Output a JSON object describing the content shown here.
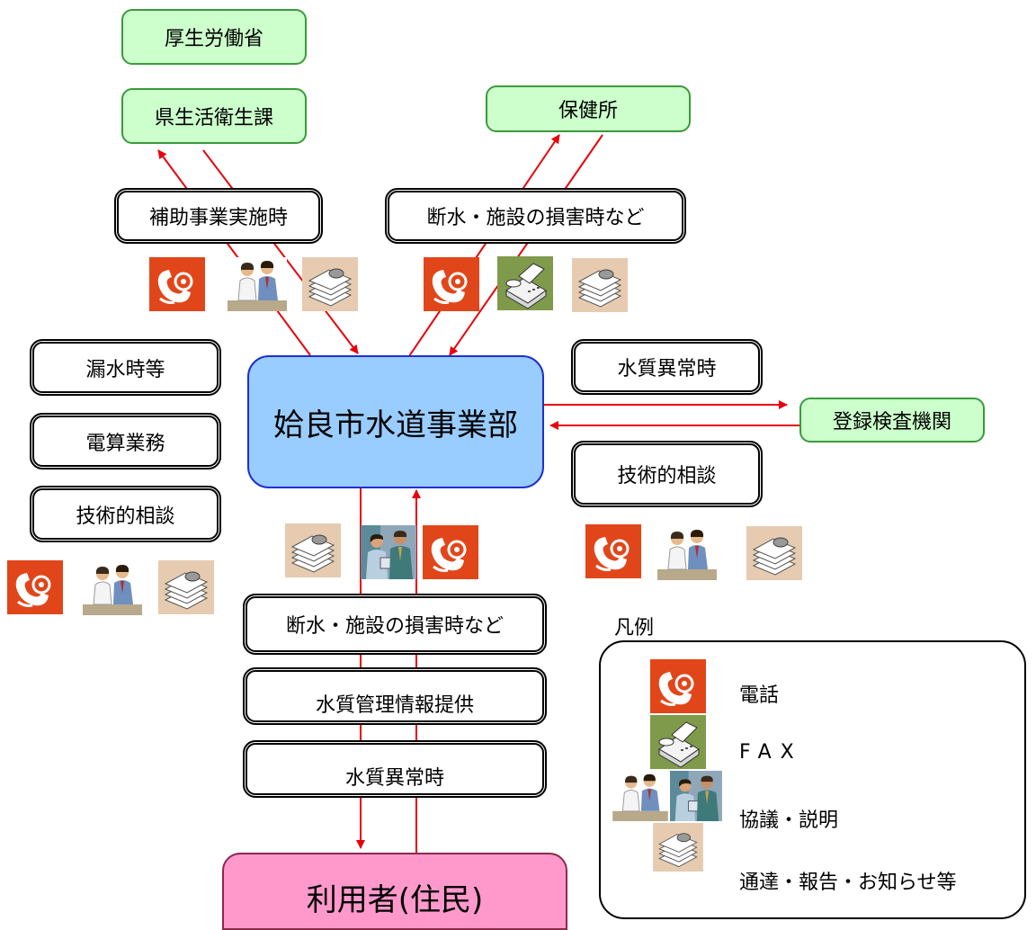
{
  "nodes": {
    "mhlw": "厚生労働省",
    "pref": "県生活衛生課",
    "hoken": "保健所",
    "main": "姶良市水道事業部",
    "lab": "登録検査機関",
    "user": "利用者(住民)"
  },
  "labels": {
    "hojo": "補助事業実施時",
    "dansui_top": "断水・施設の損害時など",
    "rousui": "漏水時等",
    "densan": "電算業務",
    "gijutsu_left": "技術的相談",
    "suishitsu_right": "水質異常時",
    "gijutsu_right": "技術的相談",
    "dansui_bottom": "断水・施設の損害時など",
    "kanri": "水質管理情報提供",
    "suishitsu_bottom": "水質異常時"
  },
  "legend": {
    "title": "凡例",
    "items": [
      {
        "icon": "phone-icon",
        "label": "電話"
      },
      {
        "icon": "fax-icon",
        "label": "FAX"
      },
      {
        "icon": "meeting-icon",
        "label": "協議・説明"
      },
      {
        "icon": "documents-icon",
        "label": "通達・報告・お知らせ等"
      }
    ]
  },
  "colors": {
    "arrow": "#e8000b",
    "phone": "#e1461a",
    "fax": "#7f9a4a",
    "documents": "#e6cbb0"
  }
}
